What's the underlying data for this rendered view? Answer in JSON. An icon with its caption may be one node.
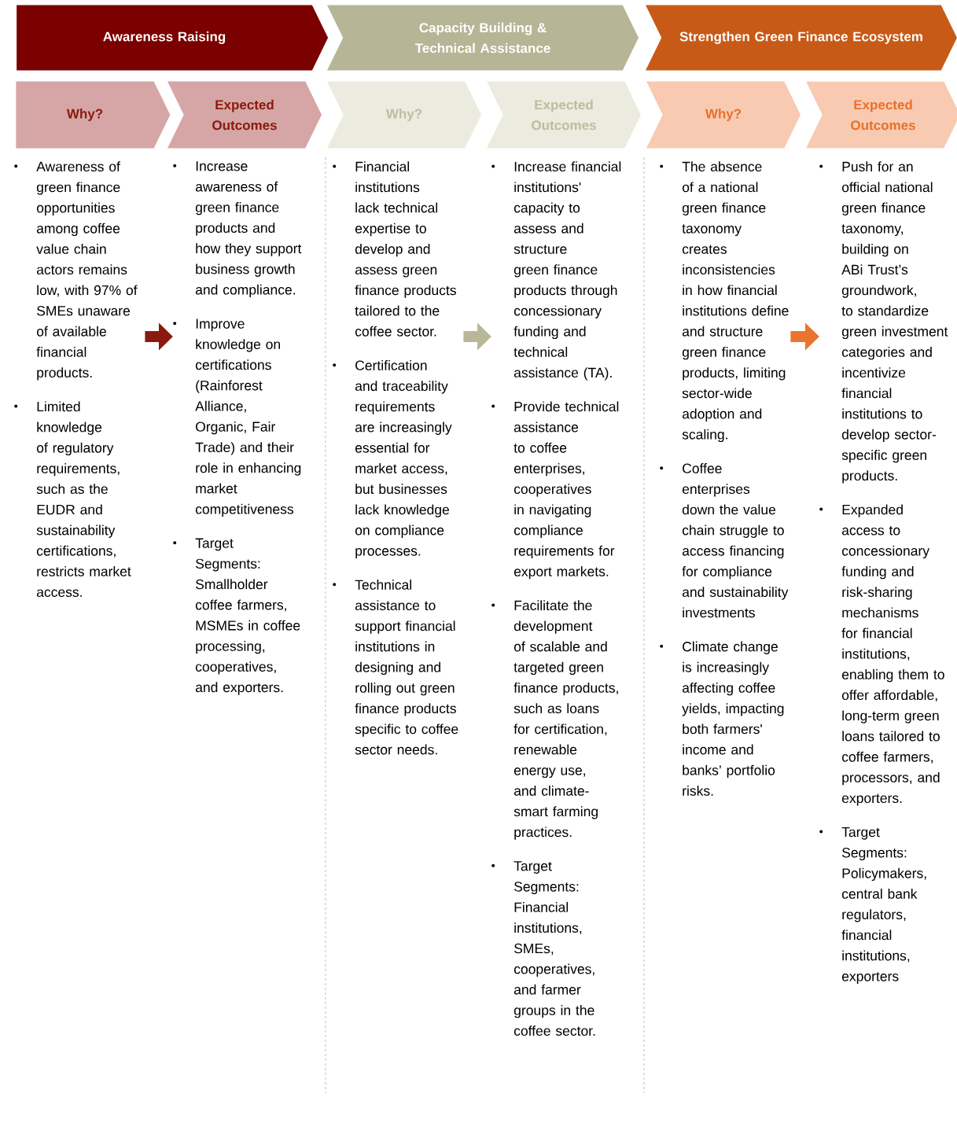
{
  "diagram": {
    "nodes": [
      {
        "text": [
          "Awareness Raising"
        ]
      },
      {
        "text": [
          "Capacity Building & Technical Assistance"
        ]
      },
      {
        "text": [
          "Strengthen Green Finance Ecosystem"
        ]
      },
      {
        "text": [
          "Why?"
        ]
      },
      {
        "text": [
          "Expected Outcomes"
        ]
      },
      {
        "text": [
          "Why?"
        ]
      },
      {
        "text": [
          "Expected Outcomes"
        ]
      },
      {
        "text": [
          "Why?"
        ]
      },
      {
        "text": [
          "Expected Outcomes"
        ]
      },
      {
        "text": [
          "Awareness of green finance opportunities among coffee value chain actors remains low, with 97% of SMEs unaware of available financial products.",
          "Limited knowledge of regulatory requirements, such as the EUDR and sustainability certifications, restricts market access."
        ]
      },
      {
        "text": [
          "Increase awareness of green finance products and how they support business growth and compliance.",
          "Improve knowledge on certifications (Rainforest Alliance, Organic, Fair Trade) and their role in enhancing market competitiveness",
          "Target Segments: Smallholder coffee farmers, MSMEs in coffee processing, cooperatives, and exporters."
        ]
      },
      {
        "text": [
          "Financial institutions lack technical expertise to develop and assess green finance products tailored to the coffee sector.",
          "Certification and traceability requirements are increasingly essential for market access, but businesses lack knowledge on compliance processes.",
          "Technical assistance to support financial institutions in designing and rolling out green finance products specific to coffee sector needs."
        ]
      },
      {
        "text": [
          "Increase financial institutions' capacity to assess and structure green finance products through concessionary funding and technical assistance (TA).",
          "Provide technical assistance to coffee enterprises, cooperatives in navigating compliance requirements for export markets.",
          "Facilitate the development of scalable and targeted green finance products, such as loans for certification, renewable energy use, and climate-smart farming practices.",
          "Target Segments: Financial institutions, SMEs, cooperatives, and farmer groups in the coffee sector."
        ]
      },
      {
        "text": [
          "The absence of a national green finance taxonomy creates inconsistencies in how financial institutions define and structure green finance products, limiting sector-wide adoption and scaling.",
          "Coffee enterprises down the value chain struggle to access financing for compliance and sustainability investments",
          "Climate change is increasingly affecting coffee yields, impacting both farmers' income and banks’ portfolio risks."
        ]
      },
      {
        "text": [
          "Push for an official national green finance taxonomy, building on ABi Trust’s groundwork, to standardize green investment categories and incentivize financial institutions to develop sector-specific green products.",
          "Expanded access to concessionary funding and risk-sharing mechanisms for financial institutions, enabling them to offer affordable, long-term green loans tailored to coffee farmers, processors, and exporters.",
          "Target Segments: Policymakers, central bank regulators, financial institutions, exporters"
        ]
      }
    ],
    "edges": [
      {
        "from": 9,
        "to": 10,
        "arrow": "to",
        "color": "#8b1a0e"
      },
      {
        "from": 11,
        "to": 12,
        "arrow": "to",
        "color": "#b8b898"
      },
      {
        "from": 13,
        "to": 14,
        "arrow": "to",
        "color": "#ea7330"
      }
    ]
  }
}
